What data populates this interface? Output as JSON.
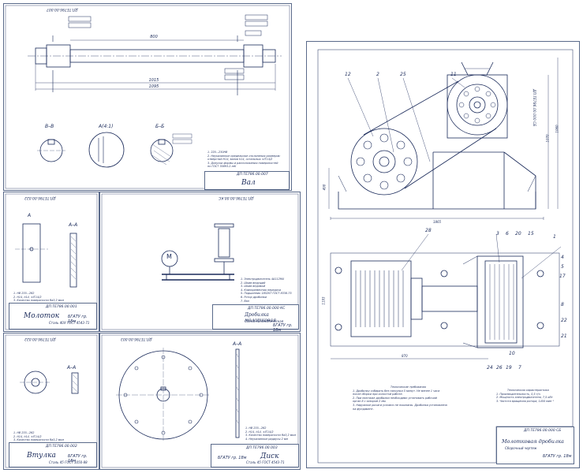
{
  "sheets": {
    "val": {
      "stamp": "ДП.ТЕ786.00.007",
      "code": "ДП.ТЕ786.00.007",
      "name": "Вал",
      "org": "",
      "notes": [
        "1. 220...230НВ",
        "2. Неуказанные предельные отклонения размеров:",
        "отверстий Н14, валов h14, остальных ±IT14/2",
        "3. Допуски формы и расположения поверхностей",
        "по ГОСТ 30893.2-mK"
      ],
      "sections": [
        "В–В",
        "А(4:1)",
        "Б–Б"
      ]
    },
    "molotok": {
      "stamp": "ДП.ТЕ786.00.022",
      "code": "ДП.ТЕ786.00.001",
      "name": "Молоток",
      "org": "БГАТУ гр. 18м",
      "material": "Сталь 40Х ГОСТ 4543-71",
      "notes": [
        "1. HB 235...262",
        "2. H14, h14, ±IT14/2",
        "3. Качество поверхности Ra3,2 мкм"
      ],
      "sections": [
        "А",
        "А–А"
      ]
    },
    "scheme": {
      "stamp": "ДП.ТЕ786.00.00.КС",
      "code": "ДП.ТЕ786.00.000 КС",
      "name": "Дробилка молотковая",
      "subname": "Схема кинематическая",
      "org": "БГАТУ гр. 18м",
      "motor": "M",
      "notes": [
        "1. Электродвигатель 4А112М4",
        "2. Шкив ведущий",
        "3. Шкив ведомый",
        "4. Клиноременная передача",
        "5. Подшипник 180207 ГОСТ 8338-75",
        "6. Ротор дробилки",
        "7. Вал"
      ]
    },
    "vtulka": {
      "stamp": "ДП.ТЕ786.00.022",
      "code": "ДП.ТЕ786.00.002",
      "name": "Втулка",
      "org": "БГАТУ гр. 18м",
      "material": "Сталь 45 ГОСТ 1050-88",
      "notes": [
        "1. HB 235...262",
        "2. H14, h14, ±IT14/2",
        "3. Качество поверхности Ra3,2 мкм"
      ],
      "sections": [
        "А–А"
      ]
    },
    "disk": {
      "stamp": "ДП.ТЕ786.00.003",
      "code": "ДП.ТЕ786.00.003",
      "name": "Диск",
      "org": "БГАТУ гр. 18м",
      "material": "Сталь 45 ГОСТ 4543-71",
      "notes": [
        "1. HB 235...262",
        "2. H14, h14, ±IT14/2",
        "3. Качество поверхности Ra3,2 мкм",
        "4. Неуказанные радиусы 2 мм"
      ],
      "sections": [
        "А–А"
      ]
    },
    "assembly": {
      "stamp": "ДП.ТЕ786.00.000 СБ",
      "code": "ДП.ТЕ786.00.000 СБ",
      "name": "Молотковая дробилка",
      "subname": "Сборочный чертеж",
      "org": "БГАТУ гр. 18м",
      "req_title": "Технические требования",
      "req": [
        "1. Дробилку собирать без нагрузки 5 минут. Не менее 1 часа",
        "после сборки при холостой работе.",
        "2. При монтаже дробилки необходимо установить рабочий",
        "орган 8 с зазором 2 мм.",
        "3. Наружные рычаги условно не показаны. Дробилка установлена",
        "на фундамент."
      ],
      "char_title": "Техническая характеристика",
      "char": [
        "1. Производительность, 0,5 т/ч",
        "2. Мощность электродвигателя, 7,5 кВт",
        "3. Частота вращения ротора, 1450 мин⁻¹"
      ],
      "dims": [
        "1865",
        "1070",
        "1060",
        "490",
        "870",
        "1193"
      ],
      "callouts": [
        "12",
        "2",
        "25",
        "11",
        "28",
        "3",
        "6",
        "20",
        "15",
        "1",
        "5",
        "4",
        "17",
        "8",
        "10",
        "24",
        "26",
        "19",
        "7",
        "22",
        "21"
      ]
    }
  },
  "dims": {
    "val_total": "1095",
    "val_len": "1015",
    "val_mid": "800"
  }
}
